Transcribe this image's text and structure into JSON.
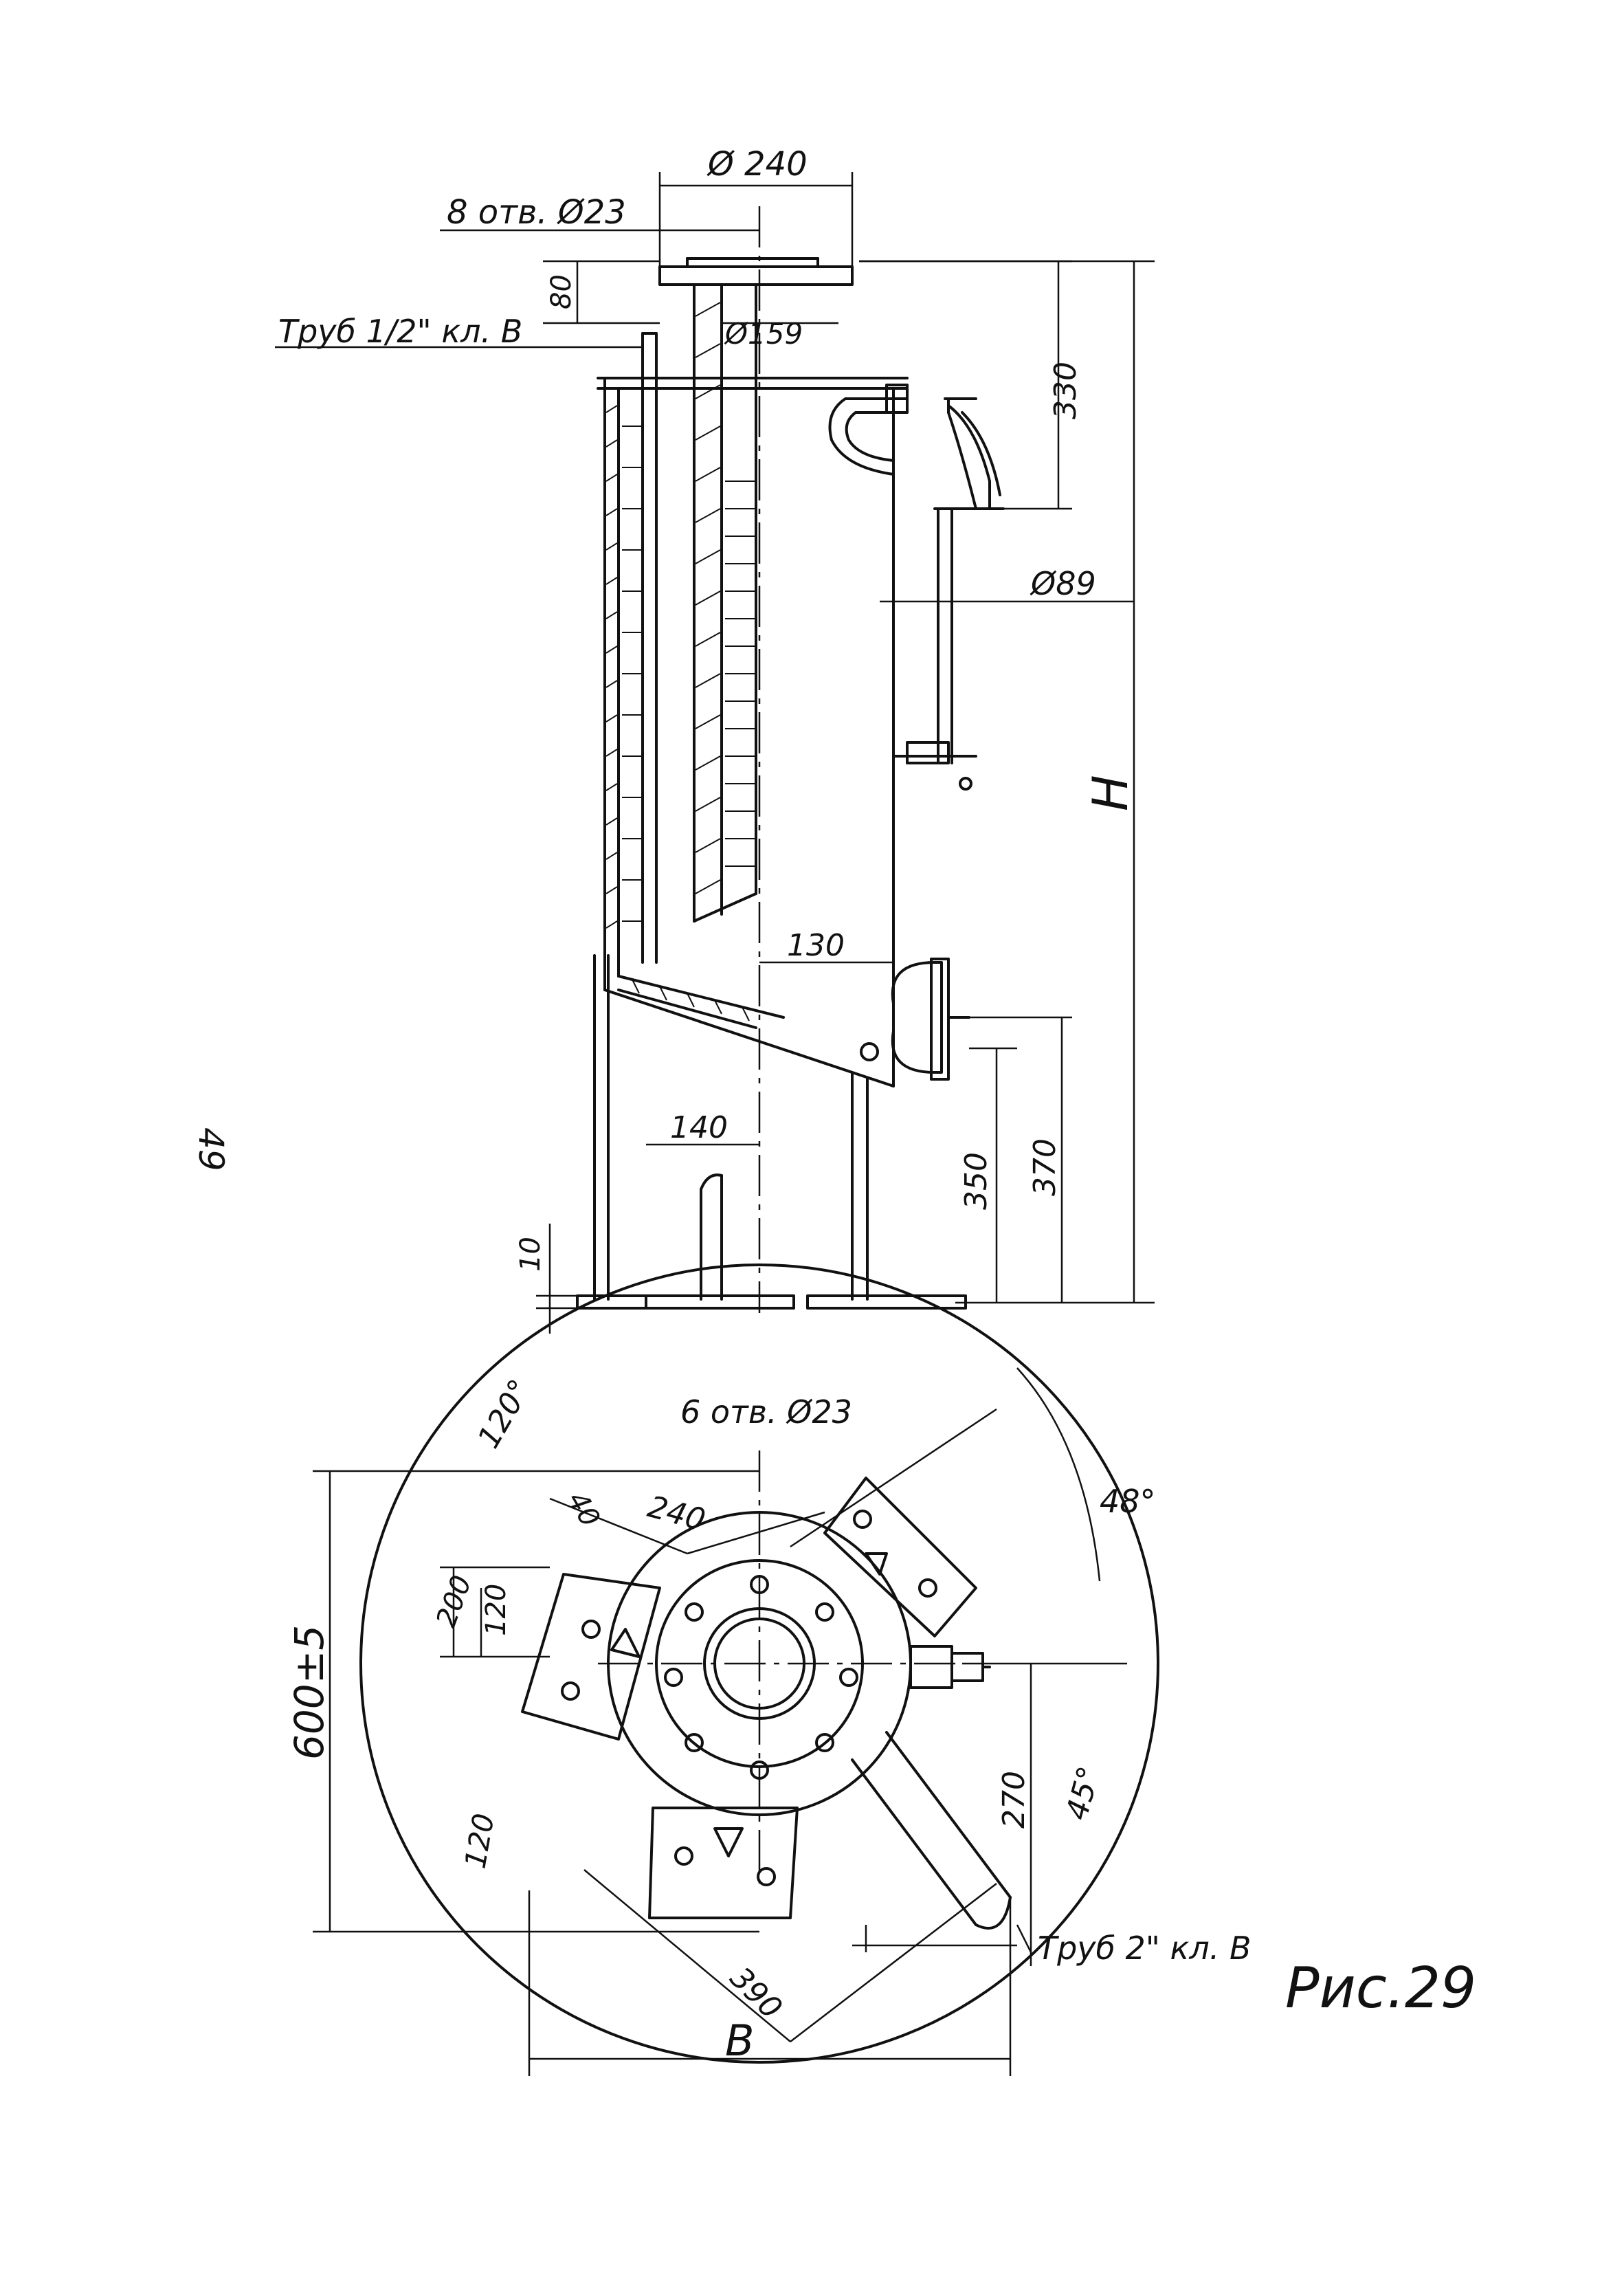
{
  "page_number": "49",
  "figure_caption": "Рис.29",
  "elevation_view": {
    "labels": {
      "flange_holes": "8 отв. Ø23",
      "flange_diameter": "Ø 240",
      "flange_thickness": "80",
      "pipe_note": "Труб 1/2\" кл. В",
      "inner_pipe_diameter": "Ø159",
      "top_height": "330",
      "outlet_diameter": "Ø89",
      "overall_height": "H",
      "offset_130": "130",
      "offset_140": "140",
      "height_350": "350",
      "height_370": "370",
      "base_10": "10"
    }
  },
  "plan_view": {
    "labels": {
      "angle_120_top": "120°",
      "plate_holes": "6 отв. Ø23",
      "angle_48": "48°",
      "dim_40": "40",
      "dim_240": "240",
      "dim_200": "200",
      "dim_120": "120",
      "diameter_600": "600±5",
      "dim_270": "270",
      "angle_45": "45°",
      "angle_120_left": "120",
      "dim_390": "390",
      "pipe_note": "Труб 2\" кл. В",
      "dim_b": "B"
    }
  }
}
